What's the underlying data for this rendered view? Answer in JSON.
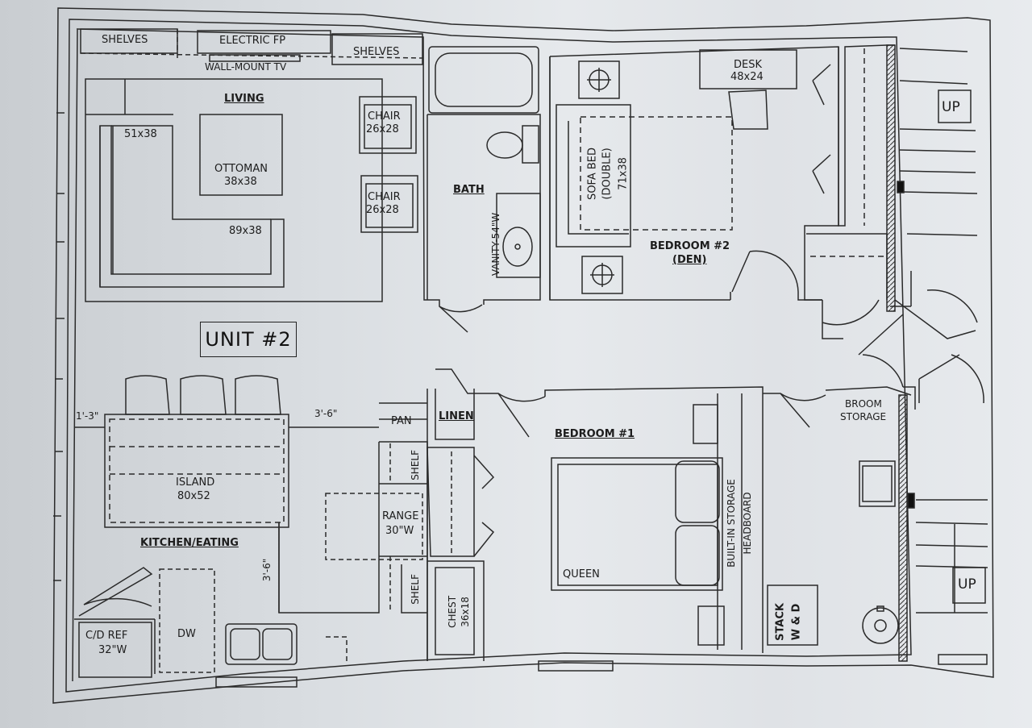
{
  "unit_label": "UNIT #2",
  "rooms": {
    "living": "LIVING",
    "bath": "BATH",
    "bedroom2": "BEDROOM #2",
    "bedroom2_sub": "(DEN)",
    "bedroom1": "BEDROOM #1",
    "kitchen": "KITCHEN/EATING",
    "linen": "LINEN"
  },
  "fixtures": {
    "shelves_left": "SHELVES",
    "electric_fp": "ELECTRIC FP",
    "shelves_right": "SHELVES",
    "wall_tv": "WALL-MOUNT TV",
    "sectional_a": "51x38",
    "sectional_b": "89x38",
    "ottoman": "OTTOMAN",
    "ottoman_size": "38x38",
    "chair": "CHAIR",
    "chair_size": "26x28",
    "vanity": "VANITY-54\"W",
    "desk": "DESK",
    "desk_size": "48x24",
    "sofa_bed": "SOFA BED",
    "sofa_bed_type": "(DOUBLE)",
    "sofa_bed_size": "71x38",
    "up_top": "UP",
    "up_bottom": "UP",
    "broom_1": "BROOM",
    "broom_2": "STORAGE",
    "pan": "PAN",
    "shelf_1": "SHELF",
    "shelf_2": "SHELF",
    "range": "RANGE",
    "range_size": "30\"W",
    "island": "ISLAND",
    "island_size": "80x52",
    "dim_left": "1'-3\"",
    "dim_top": "3'-6\"",
    "dim_side": "3'-6\"",
    "ref": "C/D REF",
    "ref_size": "32\"W",
    "dw": "DW",
    "chest": "CHEST",
    "chest_size": "36x18",
    "queen": "QUEEN",
    "headboard_1": "BUILT-IN STORAGE",
    "headboard_2": "HEADBOARD",
    "stack_1": "STACK",
    "stack_2": "W & D"
  }
}
